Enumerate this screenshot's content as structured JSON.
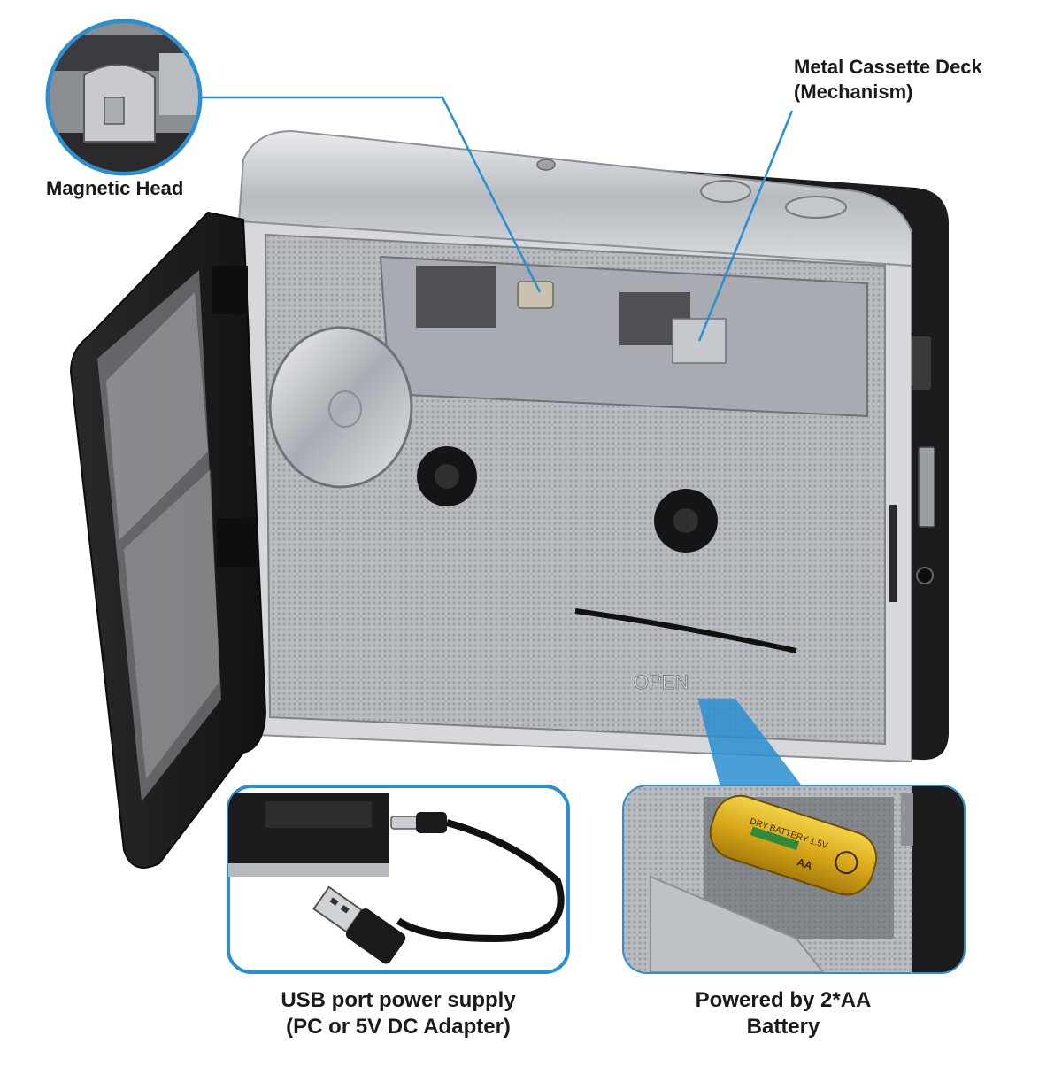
{
  "callouts": {
    "magnetic_head": "Magnetic Head",
    "deck_line1": "Metal Cassette Deck",
    "deck_line2": "(Mechanism)",
    "usb_line1": "USB port power supply",
    "usb_line2": "(PC or 5V DC Adapter)",
    "battery_line1": "Powered by 2*AA",
    "battery_line2": "Battery"
  },
  "product": {
    "open_marking": "OPEN",
    "battery_print": "DRY BATTERY 1.5V",
    "battery_size": "AA"
  },
  "colors": {
    "callout_blue": "#2a8fd0",
    "silver": "#c9ccd0",
    "black_body": "#1c1c1e",
    "battery_gold": "#d9a91a"
  }
}
